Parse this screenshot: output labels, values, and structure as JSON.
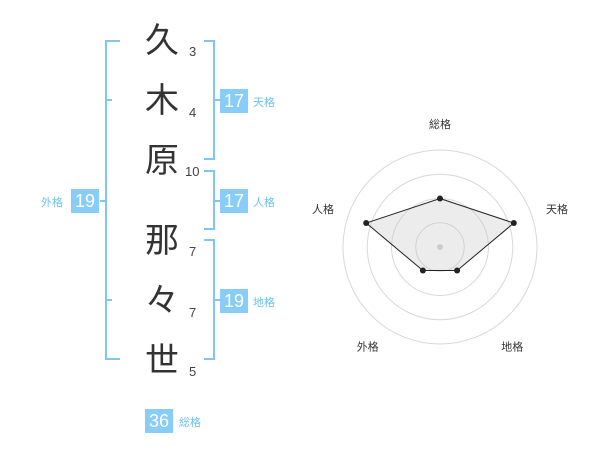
{
  "name": {
    "chars": [
      "久",
      "木",
      "原",
      "那",
      "々",
      "世"
    ],
    "strokes": [
      "3",
      "4",
      "10",
      "7",
      "7",
      "5"
    ]
  },
  "kakusuu": {
    "tenkaku": {
      "value": "17",
      "label": "天格"
    },
    "jinkaku": {
      "value": "17",
      "label": "人格"
    },
    "chikaku": {
      "value": "19",
      "label": "地格"
    },
    "gaikaku": {
      "value": "19",
      "label": "外格"
    },
    "soukaku": {
      "value": "36",
      "label": "総格"
    }
  },
  "chart_data": {
    "type": "radar",
    "axes": [
      "総格",
      "天格",
      "地格",
      "外格",
      "人格"
    ],
    "values": [
      0.5,
      0.8,
      0.3,
      0.3,
      0.8
    ],
    "rings": 4,
    "max": 1
  },
  "colors": {
    "accent": "#87cdf7",
    "accent_text": "#6ec2f0",
    "bracket": "#7fc6f3"
  }
}
